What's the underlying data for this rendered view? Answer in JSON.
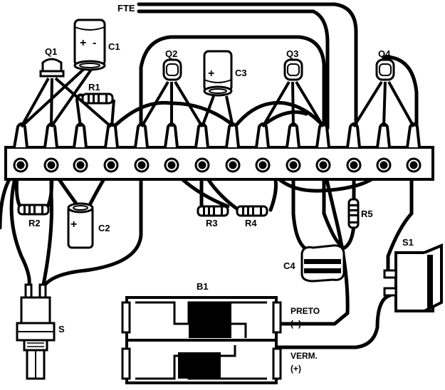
{
  "diagram": {
    "labels": {
      "fte": "FTE",
      "q1": "Q1",
      "q2": "Q2",
      "q3": "Q3",
      "q4": "Q4",
      "c1": "C1",
      "c2": "C2",
      "c3": "C3",
      "c4": "C4",
      "r1": "R1",
      "r2": "R2",
      "r3": "R3",
      "r4": "R4",
      "r5": "R5",
      "s": "S",
      "s1": "S1",
      "b1": "B1",
      "preto": "PRETO",
      "minus": "(−)",
      "verm": "VERM.",
      "plus": "(+)"
    },
    "polarity_marks": {
      "c1_plus": "+",
      "c1_minus": "-",
      "c2_plus": "+",
      "c3_plus": "+"
    },
    "terminal_count": 14
  }
}
